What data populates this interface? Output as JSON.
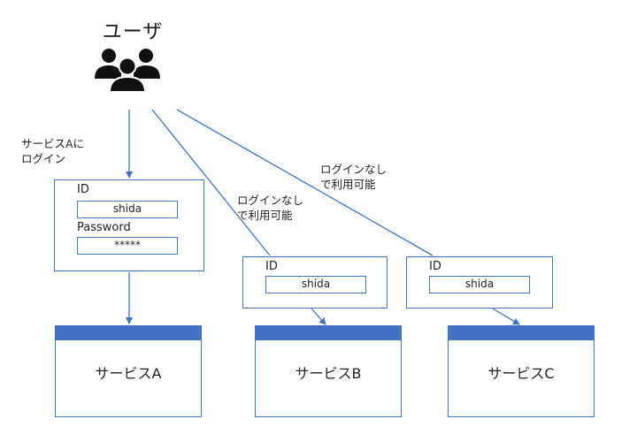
{
  "user": {
    "label": "ユーザ",
    "icon": "users-group-icon"
  },
  "notes": {
    "login_a_line1": "サービスAに",
    "login_a_line2": "ログイン",
    "no_login_b_line1": "ログインなし",
    "no_login_b_line2": "で利用可能",
    "no_login_c_line1": "ログインなし",
    "no_login_c_line2": "で利用可能"
  },
  "login_panel_a": {
    "id_label": "ID",
    "id_value": "shida",
    "password_label": "Password",
    "password_value": "*****"
  },
  "login_panel_b": {
    "id_label": "ID",
    "id_value": "shida"
  },
  "login_panel_c": {
    "id_label": "ID",
    "id_value": "shida"
  },
  "services": {
    "a": "サービスA",
    "b": "サービスB",
    "c": "サービスC"
  },
  "colors": {
    "accent": "#4472c4",
    "icon": "#111111"
  }
}
